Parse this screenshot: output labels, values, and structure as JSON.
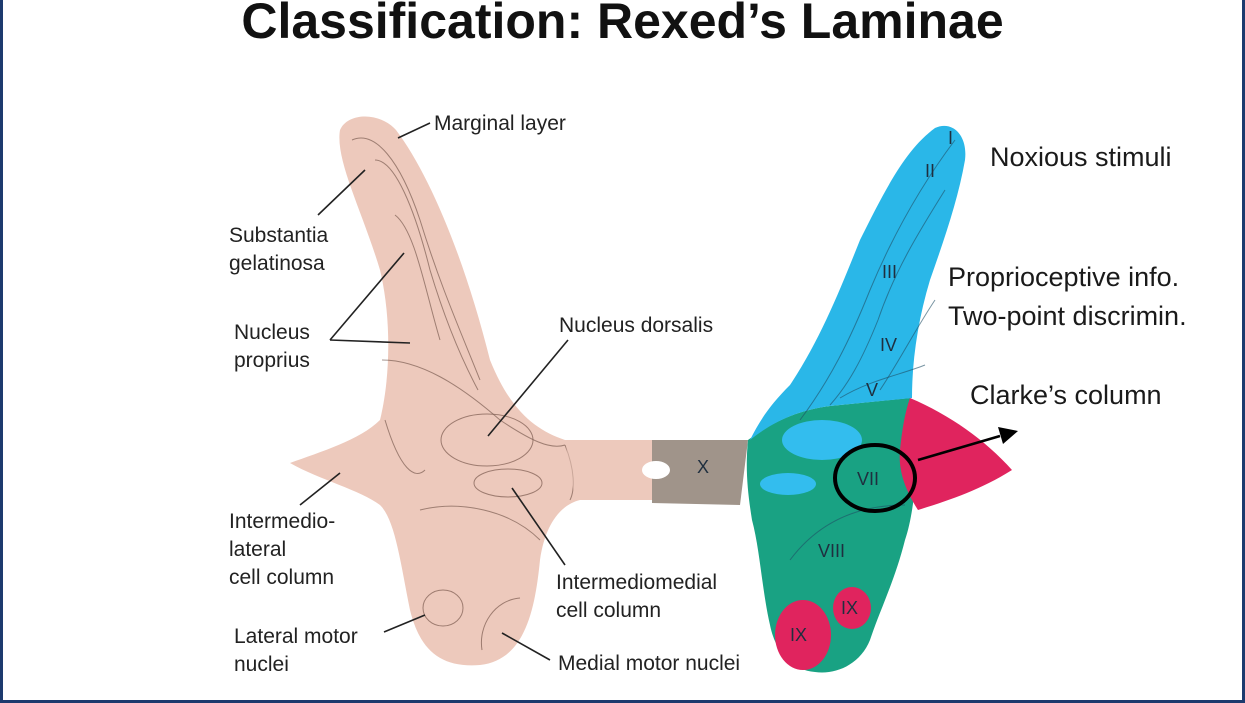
{
  "title": "Classification: Rexed’s Laminae",
  "left_labels": {
    "marginal_layer": "Marginal layer",
    "substantia_gelatinosa_line1": "Substantia",
    "substantia_gelatinosa_line2": "gelatinosa",
    "nucleus_proprius_line1": "Nucleus",
    "nucleus_proprius_line2": "proprius",
    "nucleus_dorsalis": "Nucleus dorsalis",
    "intermediolateral_line1": "Intermedio-",
    "intermediolateral_line2": "lateral",
    "intermediolateral_line3": "cell column",
    "intermediomedial_line1": "Intermediomedial",
    "intermediomedial_line2": "cell column",
    "lateral_motor_line1": "Lateral motor",
    "lateral_motor_line2": "nuclei",
    "medial_motor": "Medial motor nuclei"
  },
  "laminae": {
    "I": "I",
    "II": "II",
    "III": "III",
    "IV": "IV",
    "V": "V",
    "VII": "VII",
    "VIII": "VIII",
    "IX_a": "IX",
    "IX_b": "IX",
    "X": "X"
  },
  "right_labels": {
    "noxious": "Noxious stimuli",
    "proprio_line1": "Proprioceptive info.",
    "proprio_line2": "Two-point discrimin.",
    "clarke": "Clarke’s column"
  },
  "colors": {
    "frame": "#1c3a6e",
    "left_tissue": "#edc9bc",
    "right_dorsal": "#2ab7e8",
    "right_intermediate": "#19a283",
    "lamina_x": "#a0948a",
    "motor_nuclei": "#e0245e"
  }
}
